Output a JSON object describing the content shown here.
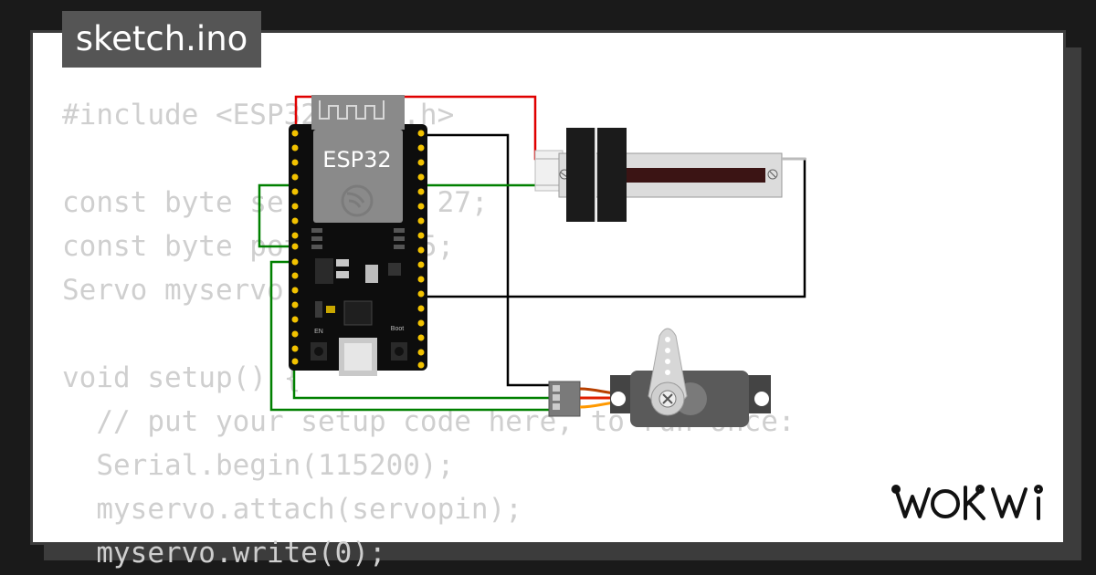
{
  "tab": {
    "filename": "sketch.ino"
  },
  "code_lines": [
    "#include <ESP32Servo.h>",
    "",
    "const byte servopin = 27;",
    "const byte potpin = 25;",
    "Servo myservo;",
    "",
    "void setup() {",
    "  // put your setup code here, to run once:",
    "  Serial.begin(115200);",
    "  myservo.attach(servopin);",
    "  myservo.write(0);"
  ],
  "board": {
    "chip_label": "ESP32",
    "boot_label": "Boot",
    "en_label": "EN"
  },
  "brand": {
    "logo_text": "WOKWI"
  },
  "colors": {
    "wire_power": "#e00000",
    "wire_ground": "#000000",
    "wire_signal": "#008000",
    "servo_wire_1": "#b84000",
    "servo_wire_2": "#e02000",
    "servo_wire_3": "#ff9900"
  }
}
